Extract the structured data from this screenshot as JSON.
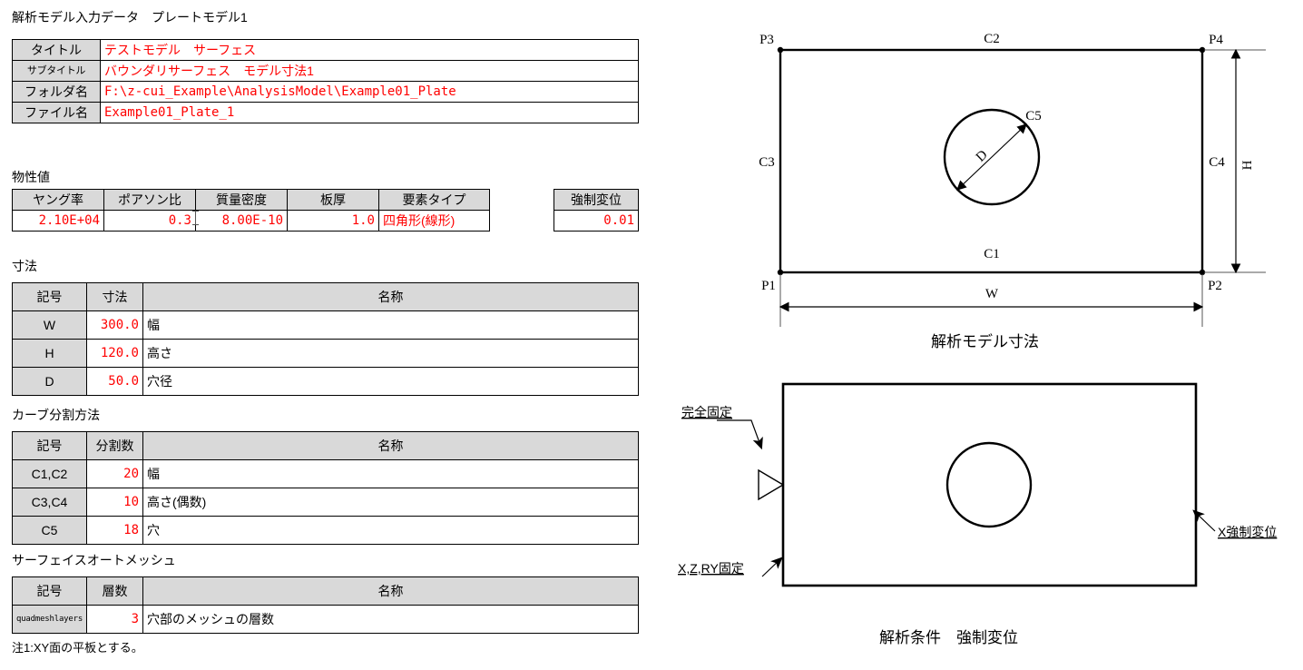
{
  "page": {
    "title": "解析モデル入力データ　プレートモデル1",
    "note": "注1:XY面の平板とする。",
    "header_bg": "#d9d9d9",
    "value_color": "#ff0000",
    "line_color": "#000000"
  },
  "info": {
    "rows": [
      {
        "key": "タイトル",
        "value": "テストモデル　サーフェス",
        "style": "jp"
      },
      {
        "key": "サブタイトル",
        "value": "バウンダリサーフェス　モデル寸法1",
        "style": "jp"
      },
      {
        "key": "フォルダ名",
        "value": "F:\\z-cui_Example\\AnalysisModel\\Example01_Plate",
        "style": "mono"
      },
      {
        "key": "ファイル名",
        "value": "Example01_Plate_1",
        "style": "mono"
      }
    ]
  },
  "properties": {
    "label": "物性値",
    "headers": [
      "ヤング率",
      "ポアソン比",
      "質量密度",
      "板厚",
      "要素タイプ"
    ],
    "values": [
      "2.10E+04",
      "0.3",
      "8.00E-10",
      "1.0",
      "四角形(線形)"
    ]
  },
  "forced_displacement": {
    "header": "強制変位",
    "value": "0.01"
  },
  "dimensions": {
    "label": "寸法",
    "headers": [
      "記号",
      "寸法",
      "名称"
    ],
    "rows": [
      {
        "symbol": "W",
        "value": "300.0",
        "name": "幅"
      },
      {
        "symbol": "H",
        "value": "120.0",
        "name": "高さ"
      },
      {
        "symbol": "D",
        "value": "50.0",
        "name": "穴径"
      }
    ]
  },
  "curve_division": {
    "label": "カーブ分割方法",
    "headers": [
      "記号",
      "分割数",
      "名称"
    ],
    "rows": [
      {
        "symbol": "C1,C2",
        "value": "20",
        "name": "幅"
      },
      {
        "symbol": "C3,C4",
        "value": "10",
        "name": "高さ(偶数)"
      },
      {
        "symbol": "C5",
        "value": "18",
        "name": "穴"
      }
    ]
  },
  "surface_auto_mesh": {
    "label": "サーフェイスオートメッシュ",
    "headers": [
      "記号",
      "層数",
      "名称"
    ],
    "rows": [
      {
        "symbol": "quadmeshlayers",
        "value": "3",
        "name": "穴部のメッシュの層数"
      }
    ]
  },
  "diagram_model": {
    "caption": "解析モデル寸法",
    "points": [
      "P1",
      "P2",
      "P3",
      "P4"
    ],
    "curves": [
      "C1",
      "C2",
      "C3",
      "C4",
      "C5"
    ],
    "dimension_labels": [
      "W",
      "H",
      "D"
    ]
  },
  "diagram_conditions": {
    "caption": "解析条件　強制変位",
    "annotations": [
      {
        "id": "fixed-all",
        "text": "完全固定"
      },
      {
        "id": "xzry-fixed",
        "text": "X,Z,RY固定"
      },
      {
        "id": "x-forced-disp",
        "text": "X強制変位"
      }
    ]
  }
}
